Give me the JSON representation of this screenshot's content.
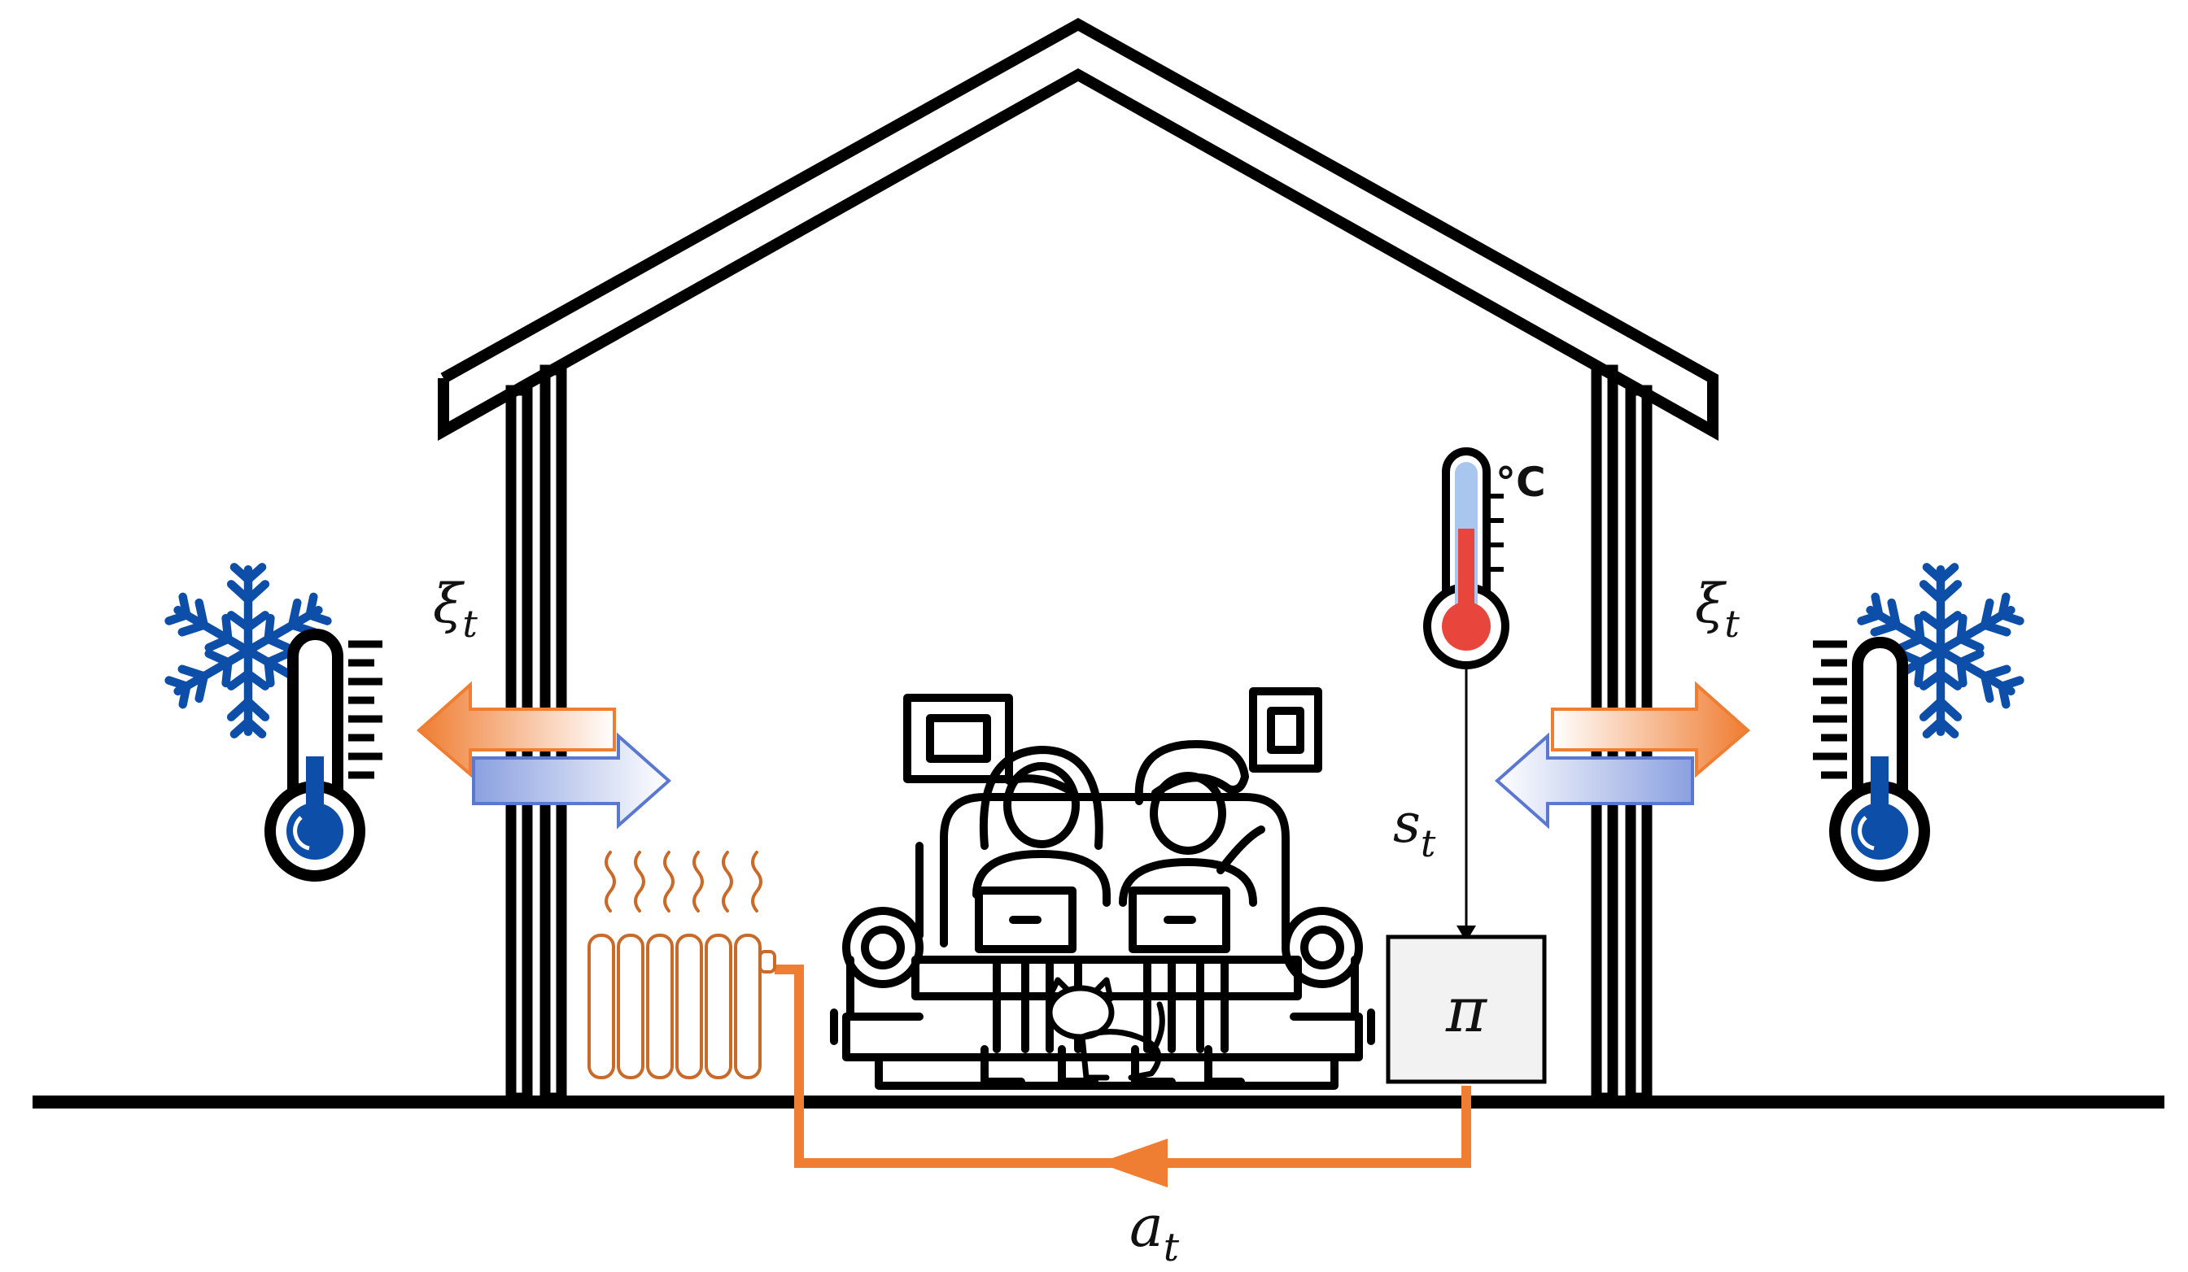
{
  "labels": {
    "xi_left": "ξ",
    "xi_left_sub": "t",
    "xi_right": "ξ",
    "xi_right_sub": "t",
    "state": "s",
    "state_sub": "t",
    "action": "a",
    "action_sub": "t",
    "policy": "π",
    "thermo_unit": "°C"
  },
  "icons": {
    "outdoor_left": "snowflake-icon",
    "outdoor_right": "snowflake-icon",
    "outdoor_thermometer_left": "cold-thermometer-icon",
    "outdoor_thermometer_right": "cold-thermometer-icon",
    "indoor_thermometer": "warm-thermometer-icon",
    "heater": "radiator-icon",
    "occupants": "people-on-sofa-icon",
    "pet": "cat-icon"
  },
  "colors": {
    "cold": "#0d4fa8",
    "warm": "#e8453c",
    "heat_orange": "#ef7d32",
    "radiator": "#c96a2a",
    "cold_arrow": "#8aa0e0",
    "outline": "#000000",
    "policy_box": "#f2f2f2"
  }
}
